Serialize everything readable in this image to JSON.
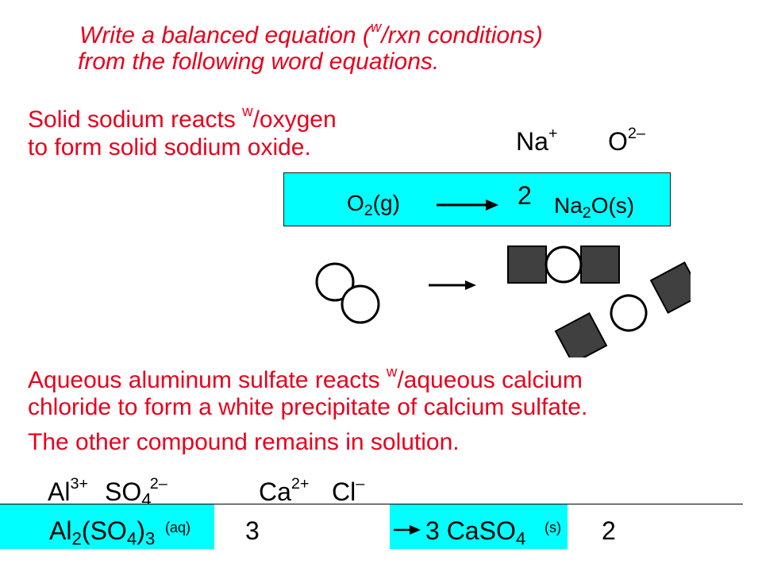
{
  "title": {
    "line1_a": "Write a balanced equation (",
    "line1_w": "w",
    "line1_b": "/rxn conditions)",
    "line2": "from the following word equations."
  },
  "problem1": {
    "line1_a": "Solid sodium reacts ",
    "line1_w": "w",
    "line1_b": "/oxygen",
    "line2": "to form solid sodium oxide.",
    "ion1_base": "Na",
    "ion1_charge": "+",
    "ion2_base": "O",
    "ion2_charge": "2–",
    "eq_reactant_base": "O",
    "eq_reactant_sub": "2",
    "eq_reactant_state": "(g)",
    "coefficient": "2",
    "eq_product_a": "Na",
    "eq_product_sub": "2",
    "eq_product_b": "O(s)"
  },
  "problem2": {
    "line1_a": "Aqueous aluminum sulfate reacts ",
    "line1_w": "w",
    "line1_b": "/aqueous calcium",
    "line2": "chloride to form a white precipitate of calcium sulfate.",
    "line3": "The other compound remains in solution.",
    "ion_al": "Al",
    "ion_al_charge": "3+",
    "ion_so4": "SO",
    "ion_so4_sub": "4",
    "ion_so4_charge": "2–",
    "ion_ca": "Ca",
    "ion_ca_charge": "2+",
    "ion_cl": "Cl",
    "ion_cl_charge": "–",
    "eq_r1_a": "Al",
    "eq_r1_sub1": "2",
    "eq_r1_b": "(SO",
    "eq_r1_sub2": "4",
    "eq_r1_c": ")",
    "eq_r1_sub3": "3",
    "eq_r1_state": "(aq)",
    "coef_3": "3",
    "eq_p1": "3 CaSO",
    "eq_p1_sub": "4",
    "eq_p1_state": "(s)",
    "coef_2": "2"
  },
  "colors": {
    "red_text": "#e8001c",
    "cyan_box": "#00ffff",
    "square_fill": "#404040"
  }
}
